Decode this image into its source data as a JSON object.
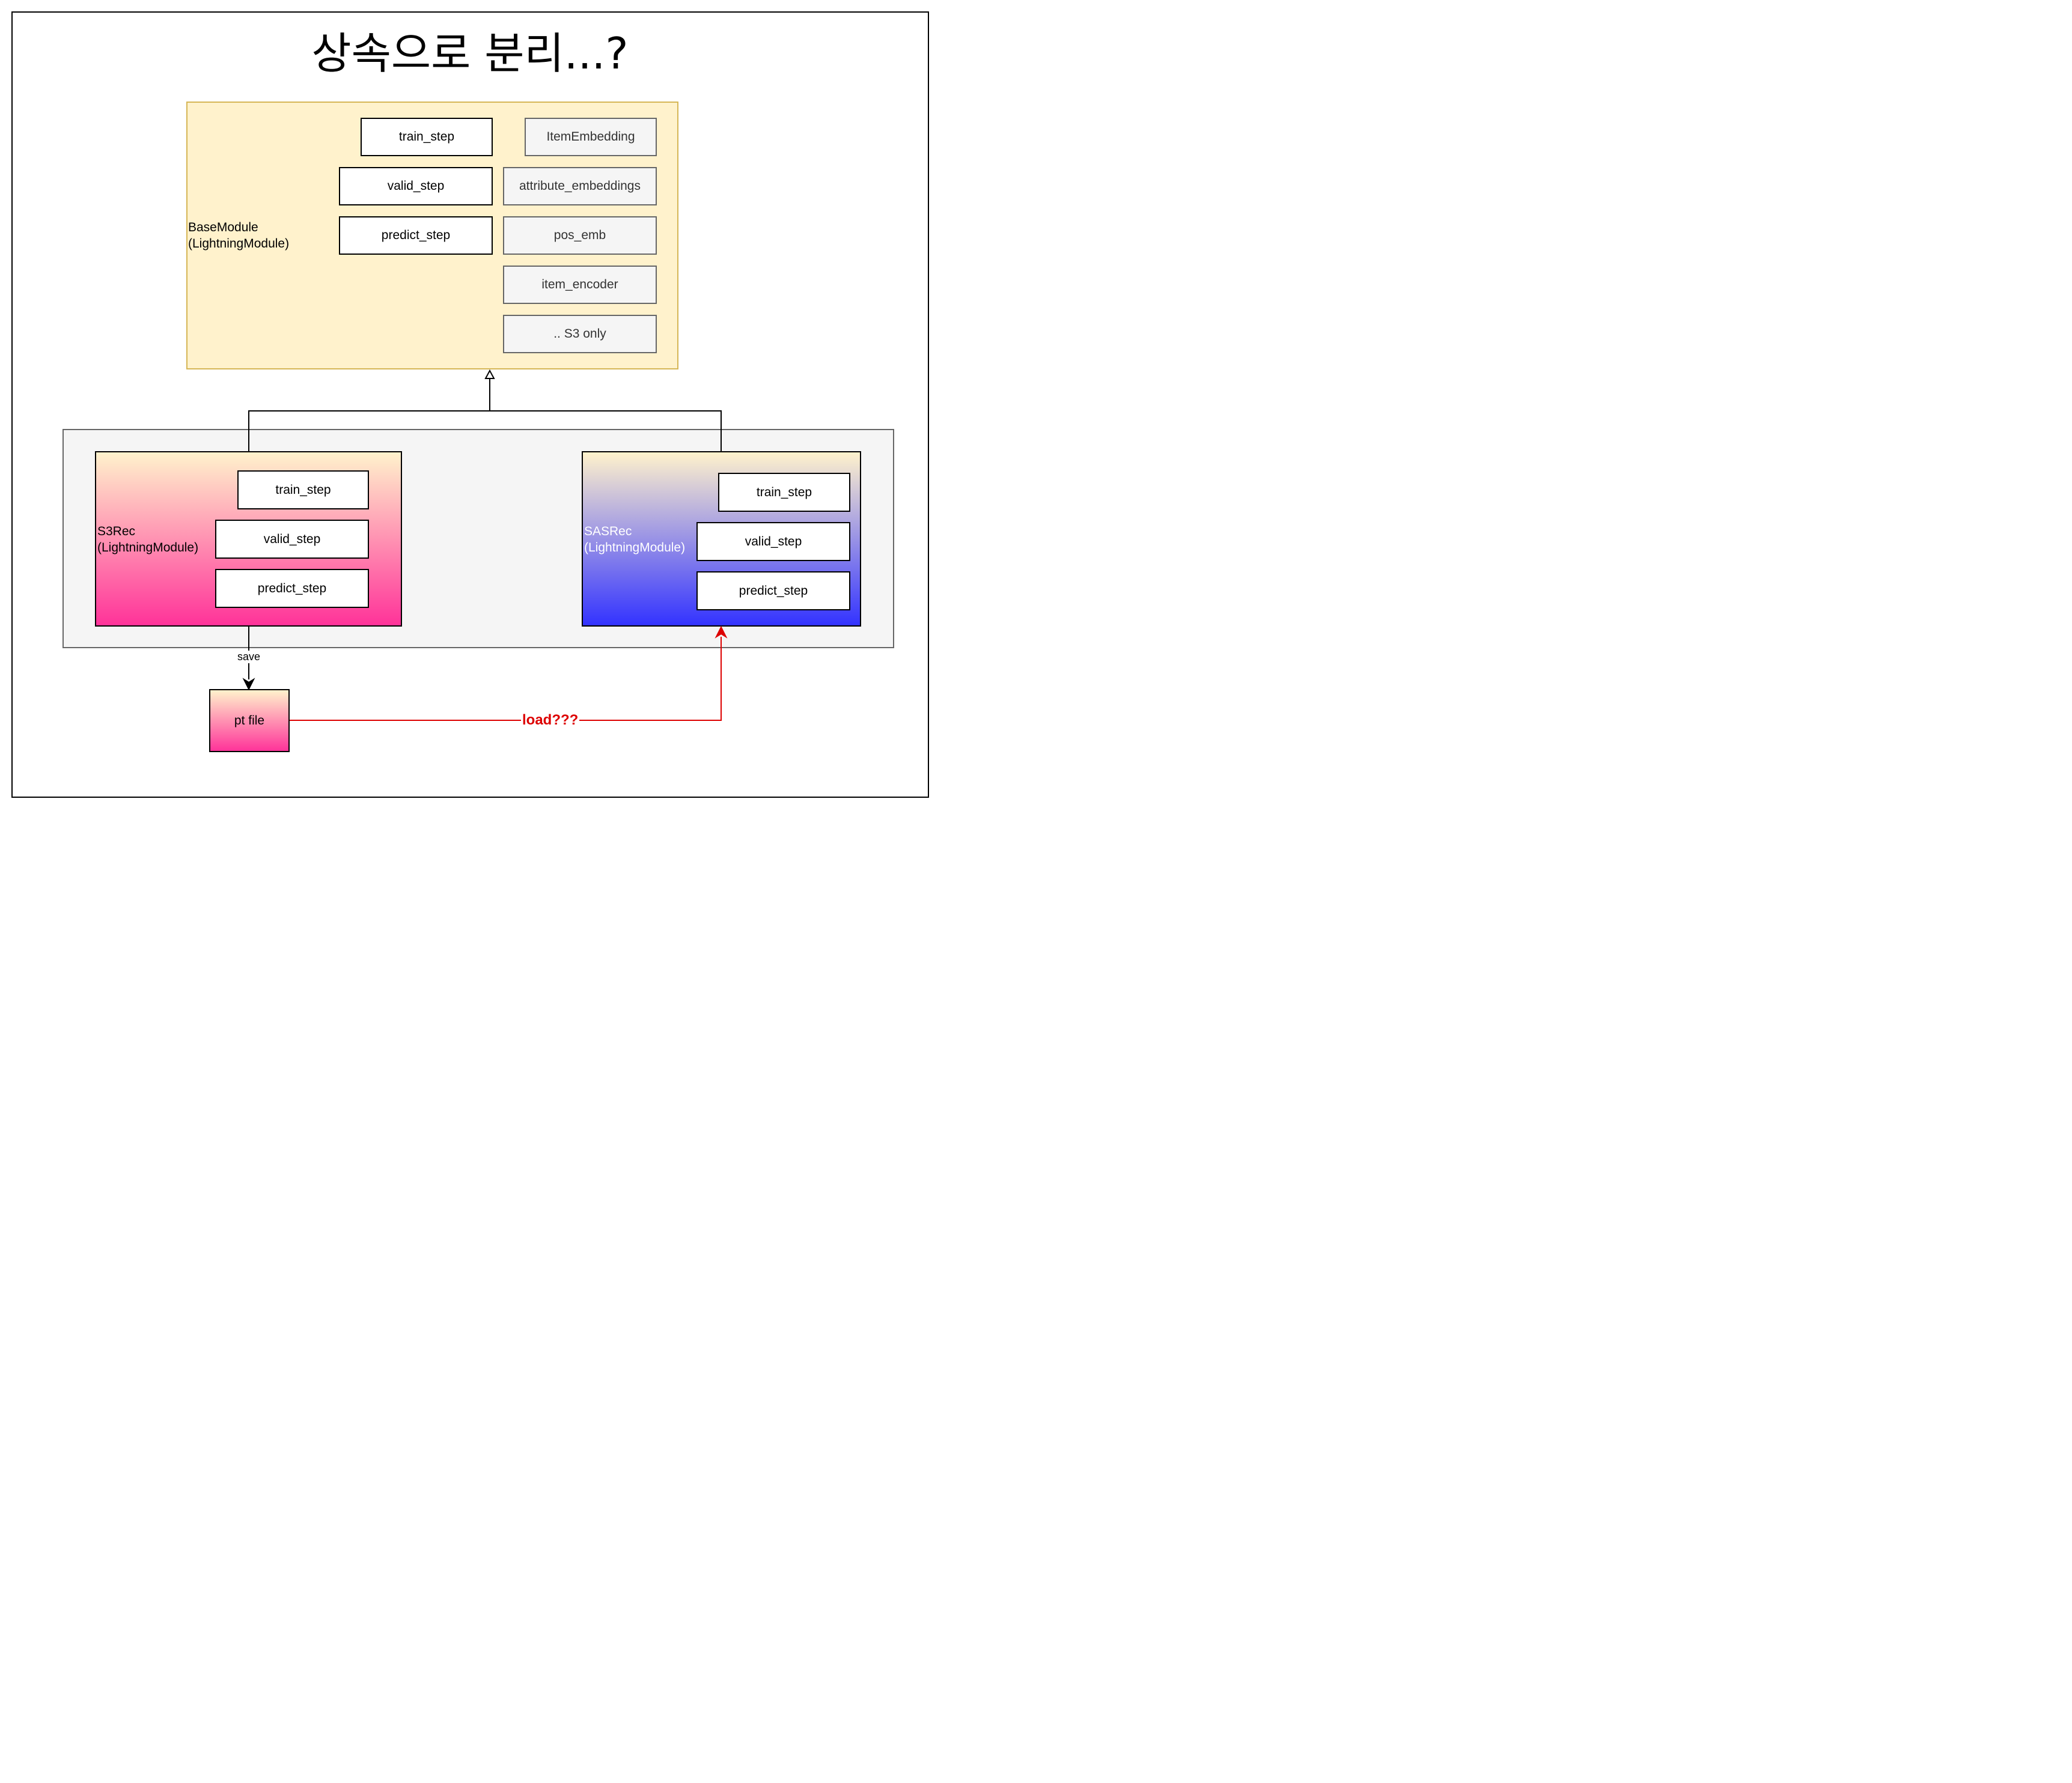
{
  "title": "상속으로 분리...?",
  "base_module": {
    "name": "BaseModule",
    "type": "(LightningModule)",
    "methods": [
      "train_step",
      "valid_step",
      "predict_step"
    ],
    "fields": [
      "ItemEmbedding",
      "attribute_embeddings",
      "pos_emb",
      "item_encoder",
      ".. S3 only"
    ]
  },
  "s3rec": {
    "name": "S3Rec",
    "type": "(LightningModule)",
    "methods": [
      "train_step",
      "valid_step",
      "predict_step"
    ]
  },
  "sasrec": {
    "name": "SASRec",
    "type": "(LightningModule)",
    "methods": [
      "train_step",
      "valid_step",
      "predict_step"
    ]
  },
  "pt_file": {
    "label": "pt file"
  },
  "edges": {
    "save_label": "save",
    "load_label": "load???"
  },
  "colors": {
    "base_fill": "#fff2cc",
    "base_border": "#d6b656",
    "s3rec_gradient_end": "#ff3399",
    "sasrec_gradient_end": "#3333ff",
    "load_edge": "#dd0000",
    "group_fill": "#f5f5f5"
  }
}
